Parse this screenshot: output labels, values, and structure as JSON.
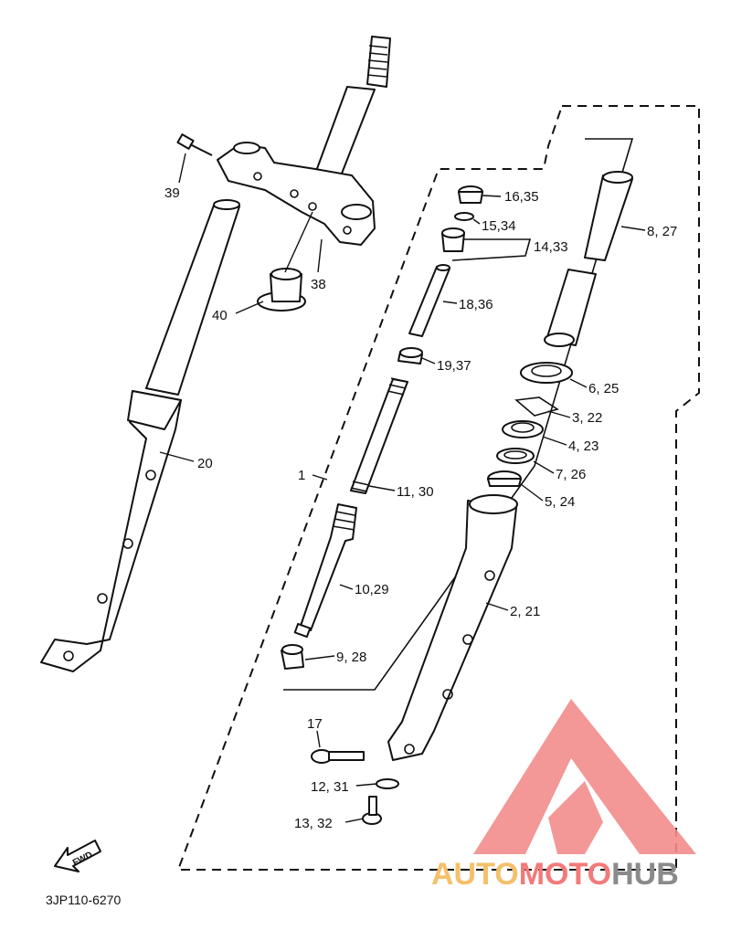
{
  "diagram_code": "3JP110-6270",
  "fwd_label": "FWD",
  "watermark": {
    "part1": "AUTO",
    "part2": "MOTO",
    "part3": "HUB",
    "color_auto": "#f5c06b",
    "color_moto": "#f27a7a",
    "color_hub": "#8a8a8a",
    "triangle_color": "#f28c8c"
  },
  "callouts": [
    {
      "id": "c39",
      "text": "39"
    },
    {
      "id": "c38",
      "text": "38"
    },
    {
      "id": "c40",
      "text": "40"
    },
    {
      "id": "c20",
      "text": "20"
    },
    {
      "id": "c16",
      "text": "16,35"
    },
    {
      "id": "c15",
      "text": "15,34"
    },
    {
      "id": "c14",
      "text": "14,33"
    },
    {
      "id": "c18",
      "text": "18,36"
    },
    {
      "id": "c19",
      "text": "19,37"
    },
    {
      "id": "c1",
      "text": "1"
    },
    {
      "id": "c11",
      "text": "11, 30"
    },
    {
      "id": "c10",
      "text": "10,29"
    },
    {
      "id": "c9",
      "text": "9, 28"
    },
    {
      "id": "c8",
      "text": "8, 27"
    },
    {
      "id": "c6",
      "text": "6, 25"
    },
    {
      "id": "c3",
      "text": "3, 22"
    },
    {
      "id": "c4",
      "text": "4, 23"
    },
    {
      "id": "c7",
      "text": "7, 26"
    },
    {
      "id": "c5",
      "text": "5, 24"
    },
    {
      "id": "c2",
      "text": "2, 21"
    },
    {
      "id": "c17",
      "text": "17"
    },
    {
      "id": "c12",
      "text": "12, 31"
    },
    {
      "id": "c13",
      "text": "13, 32"
    }
  ]
}
